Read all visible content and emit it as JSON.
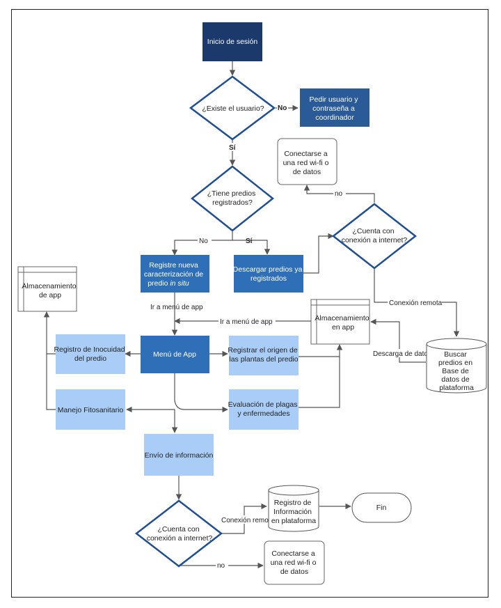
{
  "colors": {
    "dark": "#1b3a6b",
    "mid": "#2f6fb7",
    "light": "#a9cdf7",
    "line": "#555555",
    "diamond_stroke": "#1e4f96"
  },
  "nodes": {
    "start": "Inicio de sesión",
    "exists_user": "¿Existe el usuario?",
    "ask_coordinator": [
      "Pedir usuario y",
      "contraseña a",
      "coordinador"
    ],
    "has_plots": [
      "¿Tiene predios",
      "registrados?"
    ],
    "connect_wifi_top": [
      "Conectarse a",
      "una red wi-fi o",
      "de datos"
    ],
    "internet_top": [
      "¿Cuenta con",
      "conexión a internet?"
    ],
    "register_new": [
      "Registre nueva",
      "caracterización de",
      "predio "
    ],
    "register_new_italic": "in situ",
    "download_plots": [
      "Descargar predios ya",
      "registrados"
    ],
    "app_storage_left": [
      "Almacenamiento",
      "de app"
    ],
    "app_storage_right": [
      "Almacenamiento",
      "en app"
    ],
    "search_plots": [
      "Buscar",
      "predios en",
      "Base de",
      "datos de",
      "plataforma"
    ],
    "menu": "Menú de App",
    "registro_inocuidad": [
      "Registro de Inocuidad",
      "del predio"
    ],
    "registrar_origen": [
      "Registrar el origen de",
      "las plantas del predio"
    ],
    "manejo": "Manejo Fitosanitario",
    "evaluacion": [
      "Evaluación de plagas",
      "y enfermedades"
    ],
    "envio": "Envío de información",
    "internet_bottom": [
      "¿Cuenta con",
      "conexión a internet?"
    ],
    "registro_plataforma": [
      "Registro de",
      "Información",
      "en plataforma"
    ],
    "fin": "Fin",
    "connect_wifi_bottom": [
      "Conectarse a",
      "una red wi-fi o",
      "de datos"
    ]
  },
  "edges": {
    "no_1": "No",
    "si_1": "Sí",
    "no_2": "No",
    "si_2": "Sí",
    "no_3": "no",
    "remote_1": "Conexión remota",
    "menu_1": "Ir a menú de app",
    "menu_2": "Ir a menú de app",
    "download": "Descarga de datos",
    "remote_2": "Conexión remota",
    "no_4": "no"
  }
}
